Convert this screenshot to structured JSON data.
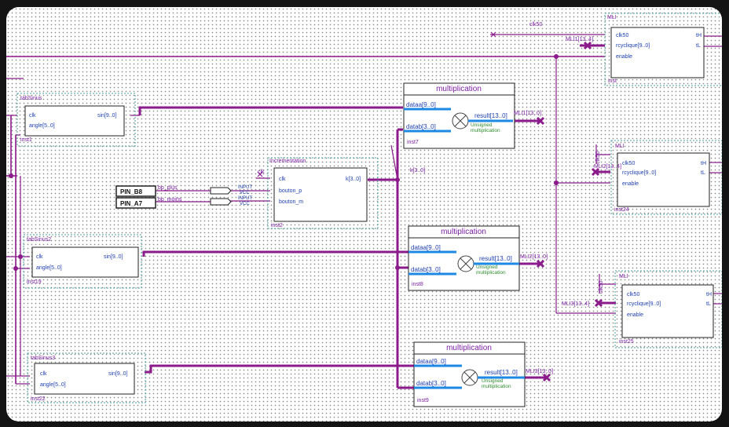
{
  "blocks": {
    "mli1": {
      "title": "MLI",
      "ports_in": [
        "clk50",
        "rcyclique[9..0]",
        "enable"
      ],
      "ports_out": [
        "tH",
        "tL"
      ],
      "inst": "inst"
    },
    "mli2": {
      "title": "MLI",
      "ports_in": [
        "clk50",
        "rcyclique[9..0]",
        "enable"
      ],
      "ports_out": [
        "tH",
        "tL"
      ],
      "inst": "inst24"
    },
    "mli3": {
      "title": "MLI",
      "ports_in": [
        "clk50",
        "rcyclique[9..0]",
        "enable"
      ],
      "ports_out": [
        "tH",
        "tL"
      ],
      "inst": "inst25"
    },
    "tabSinus1": {
      "title": "tabSinus",
      "ports_in": [
        "clk",
        "angle[5..0]"
      ],
      "port_out": "sin[9..0]",
      "inst": "inst1"
    },
    "tabSinus2": {
      "title": "tabSinus2",
      "ports_in": [
        "clk",
        "angle[5..0]"
      ],
      "port_out": "sin[9..0]",
      "inst": "inst19"
    },
    "tabSinus3": {
      "title": "tabSinus3",
      "ports_in": [
        "clk",
        "angle[5..0]"
      ],
      "port_out": "sin[9..0]",
      "inst": "inst22"
    },
    "incr": {
      "title": "Incrementation",
      "ports_in": [
        "clk",
        "bouton_p",
        "bouton_m"
      ],
      "port_out": "k[3..0]",
      "inst": "inst2"
    },
    "mult1": {
      "title": "multiplication",
      "ports_in": [
        "dataa[9..0]",
        "datab[3..0]"
      ],
      "port_out": "result[13..0]",
      "note1": "Unsigned",
      "note2": "multiplication",
      "inst": "inst7"
    },
    "mult2": {
      "title": "multiplication",
      "ports_in": [
        "dataa[9..0]",
        "datab[3..0]"
      ],
      "port_out": "result[13..0]",
      "note1": "Unsigned",
      "note2": "multiplication",
      "inst": "inst8"
    },
    "mult3": {
      "title": "multiplication",
      "ports_in": [
        "dataa[9..0]",
        "datab[3..0]"
      ],
      "port_out": "result[13..0]",
      "note1": "Unsigned",
      "note2": "multiplication",
      "inst": "inst9"
    }
  },
  "pins": {
    "pin1": {
      "name": "PIN_B8",
      "signal": "bp_plus",
      "type": "INPUT",
      "pull": "VCC"
    },
    "pin2": {
      "name": "PIN_A7",
      "signal": "bp_moins",
      "type": "INPUT",
      "pull": "VCC"
    }
  },
  "net_labels": {
    "clk50_top": "clk50",
    "mli1_r": "MLI1[13..4]",
    "res1": "MLI1[13..0]",
    "res2": "MLI2[13..0]",
    "res3": "MLI3[13..0]",
    "k_bus": "k[3..0]",
    "clk_incr": "clk",
    "mli2_r": "MLI2[13..4]",
    "mli3_r": "MLI3[13..4]",
    "clk50_2": "clk50",
    "clk50_3": "clk50"
  },
  "colors": {
    "wire": "#8b1a8b",
    "label": "#7b1fa2",
    "port": "#1e3fae",
    "unsigned": "#2e8b2e",
    "block_border": "#222222"
  }
}
